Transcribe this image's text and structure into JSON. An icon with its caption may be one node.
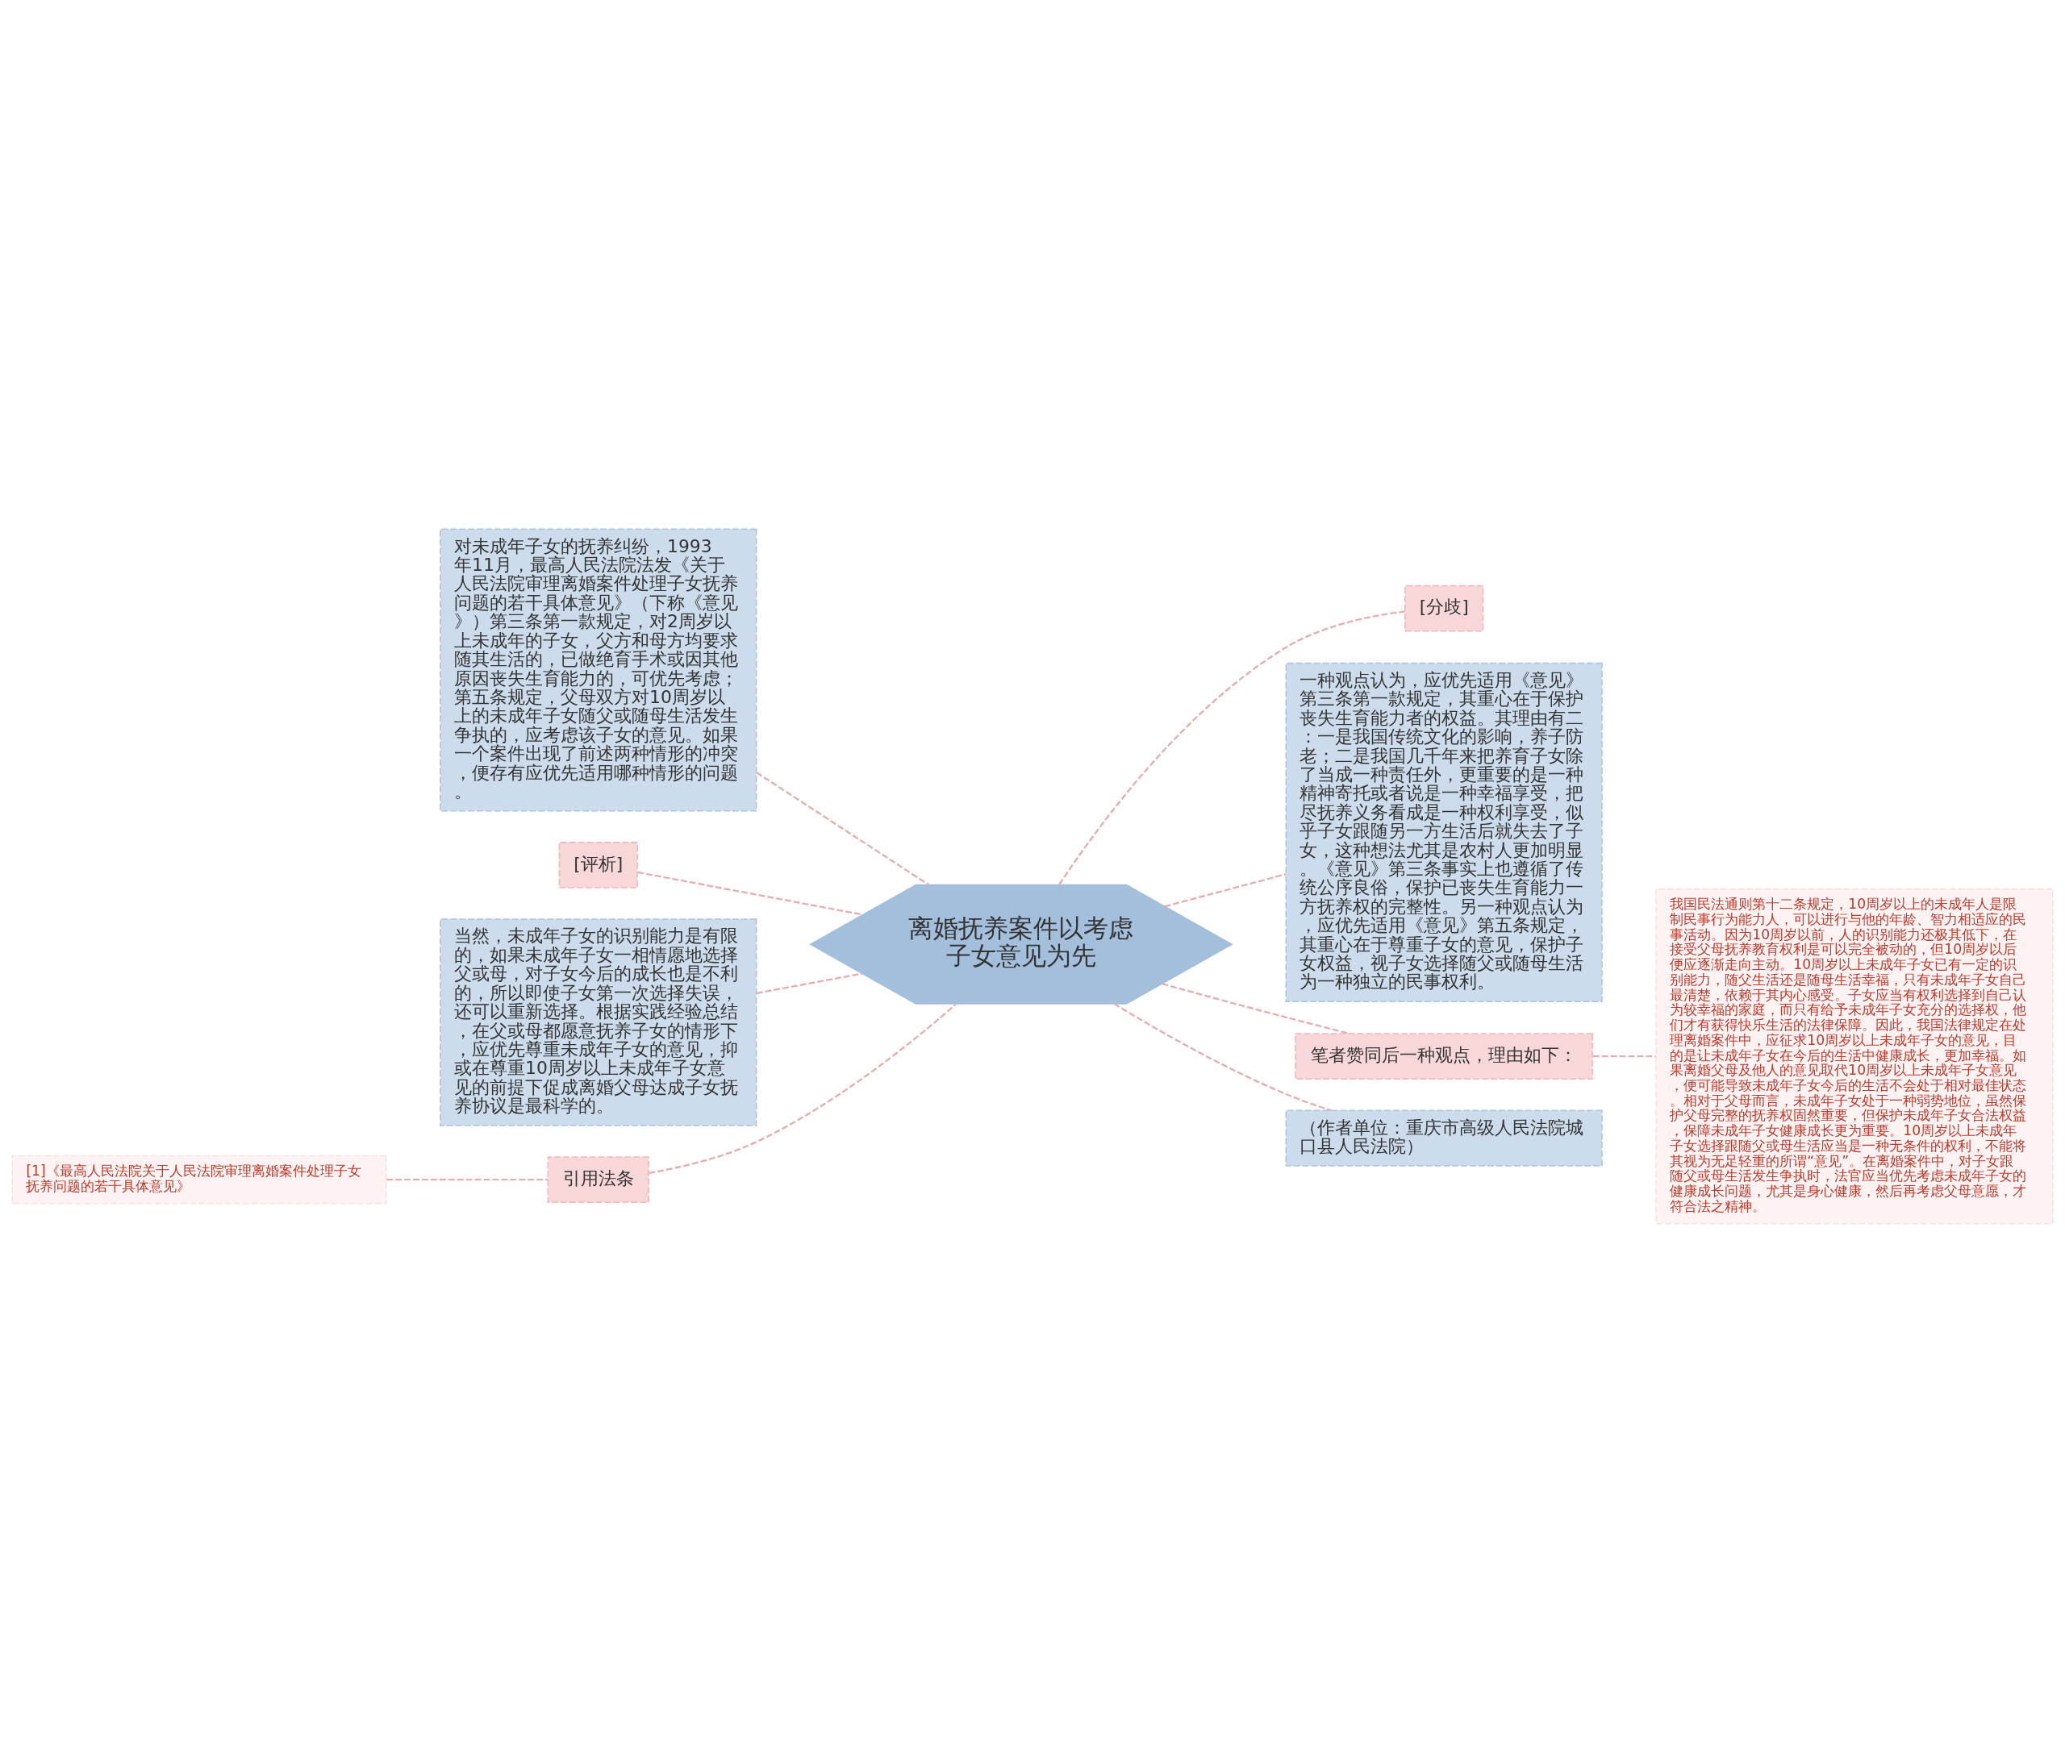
{
  "diagram": {
    "nodes": [
      {
        "text": [
          "离婚抚养案件以考虑子女意见为先"
        ]
      },
      {
        "text": [
          "对未成年子女的抚养纠纷，1993年11月，最高人民法院法发《关于人民法院审理离婚案件处理子女抚养问题的若干具体意见》（下称《意见》）第三条第一款规定，对2周岁以上未成年的子女，父方和母方均要求随其生活的，已做绝育手术或因其他原因丧失生育能力的，可优先考虑；第五条规定，父母双方对10周岁以上的未成年子女随父或随母生活发生争执的，应考虑该子女的意见。如果一个案件出现了前述两种情形的冲突，便存有应优先适用哪种情形的问题。"
        ]
      },
      {
        "text": [
          "[评析]"
        ]
      },
      {
        "text": [
          "当然，未成年子女的识别能力是有限的，如果未成年子女一相情愿地选择父或母，对子女今后的成长也是不利的，所以即使子女第一次选择失误，还可以重新选择。根据实践经验总结，在父或母都愿意抚养子女的情形下，应优先尊重未成年子女的意见，抑或在尊重10周岁以上未成年子女意见的前提下促成离婚父母达成子女抚养协议是最科学的。"
        ]
      },
      {
        "text": [
          "引用法条"
        ]
      },
      {
        "text": [
          "[1]《最高人民法院关于人民法院审理离婚案件处理子女抚养问题的若干具体意见》"
        ]
      },
      {
        "text": [
          "[分歧]"
        ]
      },
      {
        "text": [
          "一种观点认为，应优先适用《意见》第三条第一款规定，其重心在于保护丧失生育能力者的权益。其理由有二：一是我国传统文化的影响，养子防老；二是我国几千年来把养育子女除了当成一种责任外，更重要的是一种精神寄托或者说是一种幸福享受，把尽抚养义务看成是一种权利享受，似乎子女跟随另一方生活后就失去了子女，这种想法尤其是农村人更加明显。《意见》第三条事实上也遵循了传统公序良俗，保护已丧失生育能力一方抚养权的完整性。另一种观点认为，应优先适用《意见》第五条规定，其重心在于尊重子女的意见，保护子女权益，视子女选择随父或随母生活为一种独立的民事权利。"
        ]
      },
      {
        "text": [
          "笔者赞同后一种观点，理由如下："
        ]
      },
      {
        "text": [
          "我国民法通则第十二条规定，10周岁以上的未成年人是限制民事行为能力人，可以进行与他的年龄、智力相适应的民事活动。因为10周岁以前，人的识别能力还极其低下，在接受父母抚养教育权利是可以完全被动的，但10周岁以后便应逐渐走向主动。10周岁以上未成年子女已有一定的识别能力，随父生活还是随母生活幸福，只有未成年子女自己最清楚，依赖于其内心感受。子女应当有权利选择到自己认为较幸福的家庭，而只有给予未成年子女充分的选择权，他们才有获得快乐生活的法律保障。因此，我国法律规定在处理离婚案件中，应征求10周岁以上未成年子女的意见，目的是让未成年子女在今后的生活中健康成长，更加幸福。如果离婚父母及他人的意见取代10周岁以上未成年子女意见，便可能导致未成年子女今后的生活不会处于相对最佳状态。相对于父母而言，未成年子女处于一种弱势地位，虽然保护父母完整的抚养权固然重要，但保护未成年子女合法权益，保障未成年子女健康成长更为重要。10周岁以上未成年子女选择跟随父或母生活应当是一种无条件的权利，不能将其视为无足轻重的所谓“意见”。在离婚案件中，对子女跟随父或母生活发生争执时，法官应当优先考虑未成年子女的健康成长问题，尤其是身心健康，然后再考虑父母意愿，才符合法之精神。"
        ]
      },
      {
        "text": [
          "（作者单位：重庆市高级人民法院城口县人民法院）"
        ]
      }
    ],
    "edges": [
      {
        "from": 0,
        "to": 1,
        "arrow": "none",
        "style": "dashed"
      },
      {
        "from": 0,
        "to": 2,
        "arrow": "none",
        "style": "dashed"
      },
      {
        "from": 0,
        "to": 3,
        "arrow": "none",
        "style": "dashed"
      },
      {
        "from": 0,
        "to": 4,
        "arrow": "none",
        "style": "dashed"
      },
      {
        "from": 4,
        "to": 5,
        "arrow": "none",
        "style": "dashed"
      },
      {
        "from": 0,
        "to": 6,
        "arrow": "none",
        "style": "dashed"
      },
      {
        "from": 0,
        "to": 7,
        "arrow": "none",
        "style": "dashed"
      },
      {
        "from": 0,
        "to": 8,
        "arrow": "none",
        "style": "dashed"
      },
      {
        "from": 8,
        "to": 9,
        "arrow": "none",
        "style": "dashed"
      },
      {
        "from": 0,
        "to": 10,
        "arrow": "none",
        "style": "dashed"
      }
    ]
  }
}
